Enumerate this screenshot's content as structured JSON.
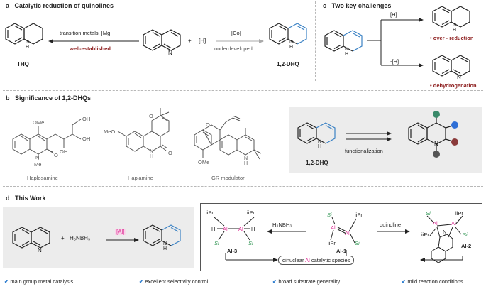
{
  "colors": {
    "blue": "#3b82c4",
    "red": "#8b1a1a",
    "pink": "#e0399b",
    "green": "#3a9a5b",
    "dot_green": "#3a8a6a",
    "dot_blue": "#2f6fd6",
    "dot_red": "#8a3a3a",
    "dot_gray": "#555555"
  },
  "a": {
    "letter": "a",
    "title": "Catalytic reduction of quinolines",
    "left_arrow_label": "transition metals, [Mg]",
    "left_arrow_sub": "well-established",
    "plus": "+",
    "h": "[H]",
    "right_arrow_label": "[Co]",
    "right_arrow_sub": "underdeveloped",
    "thq": "THQ",
    "dhq": "1,2-DHQ",
    "nh": "N\nH"
  },
  "c": {
    "letter": "c",
    "title": "Two key challenges",
    "top_label": "[H]",
    "bottom_label": "-[H]",
    "over_reduction": "over - reduction",
    "dehydrogenation": "dehydrogenation",
    "bullet": "•"
  },
  "b": {
    "letter": "b",
    "title": "Significance of 1,2-DHQs",
    "haplosamine": "Haplosamine",
    "haplamine": "Haplamine",
    "gr": "GR modulator",
    "ome": "OMe",
    "meo": "MeO",
    "me": "Me",
    "oh": "OH",
    "o": "O",
    "n": "N",
    "h": "H",
    "dhq": "1,2-DHQ",
    "functionalization": "functionalization"
  },
  "d": {
    "letter": "d",
    "title": "This Work",
    "plus": "+",
    "reagent": "H₃NBH₃",
    "cat": "[Al]",
    "h3nbh3": "H₃NBH₃",
    "quinoline": "quinoline",
    "al1": "Al-1",
    "al2": "Al-2",
    "al3": "Al-3",
    "lipr": "iPr",
    "si": "Si",
    "al": "Al",
    "dinuclear": "dinuclear",
    "catalytic": "catalytic species"
  },
  "footer": {
    "item1": "main group metal catalysis",
    "item2": "excellent selectivity control",
    "item3": "broad substrate generality",
    "item4": "mild reaction conditions",
    "check": "✔"
  }
}
